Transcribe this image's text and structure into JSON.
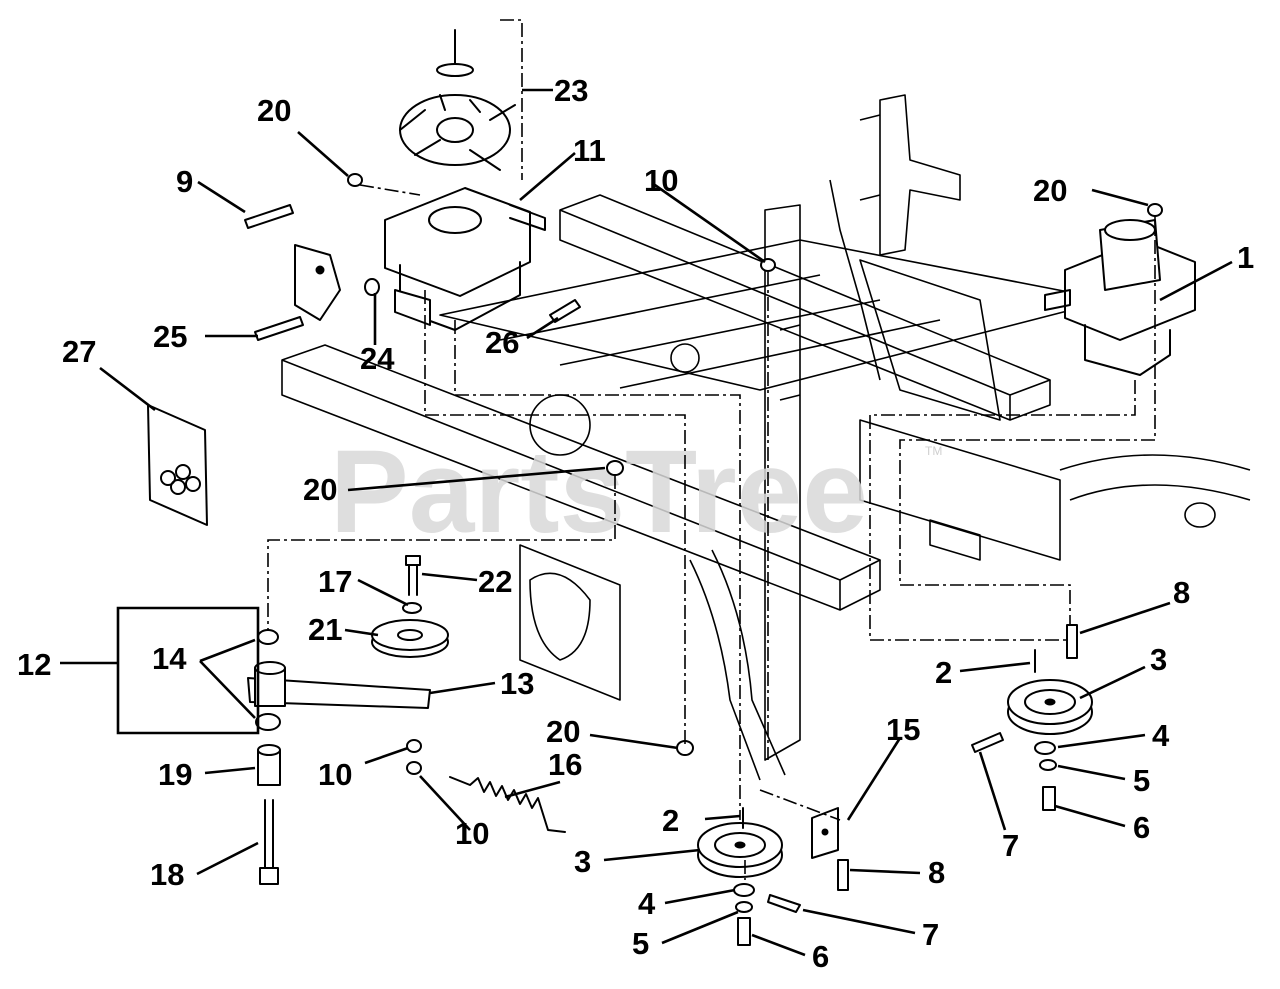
{
  "watermark": {
    "text": "PartsTree",
    "tm": "TM"
  },
  "callouts": {
    "c1": "1",
    "c2a": "2",
    "c2b": "2",
    "c3a": "3",
    "c3b": "3",
    "c4a": "4",
    "c4b": "4",
    "c5a": "5",
    "c5b": "5",
    "c6a": "6",
    "c6b": "6",
    "c7a": "7",
    "c7b": "7",
    "c8a": "8",
    "c8b": "8",
    "c9": "9",
    "c10a": "10",
    "c10b": "10",
    "c10c": "10",
    "c11": "11",
    "c12": "12",
    "c13": "13",
    "c14": "14",
    "c15": "15",
    "c16": "16",
    "c17": "17",
    "c18": "18",
    "c19": "19",
    "c20a": "20",
    "c20b": "20",
    "c20c": "20",
    "c20d": "20",
    "c21": "21",
    "c22": "22",
    "c23": "23",
    "c24": "24",
    "c25": "25",
    "c26": "26",
    "c27": "27"
  }
}
